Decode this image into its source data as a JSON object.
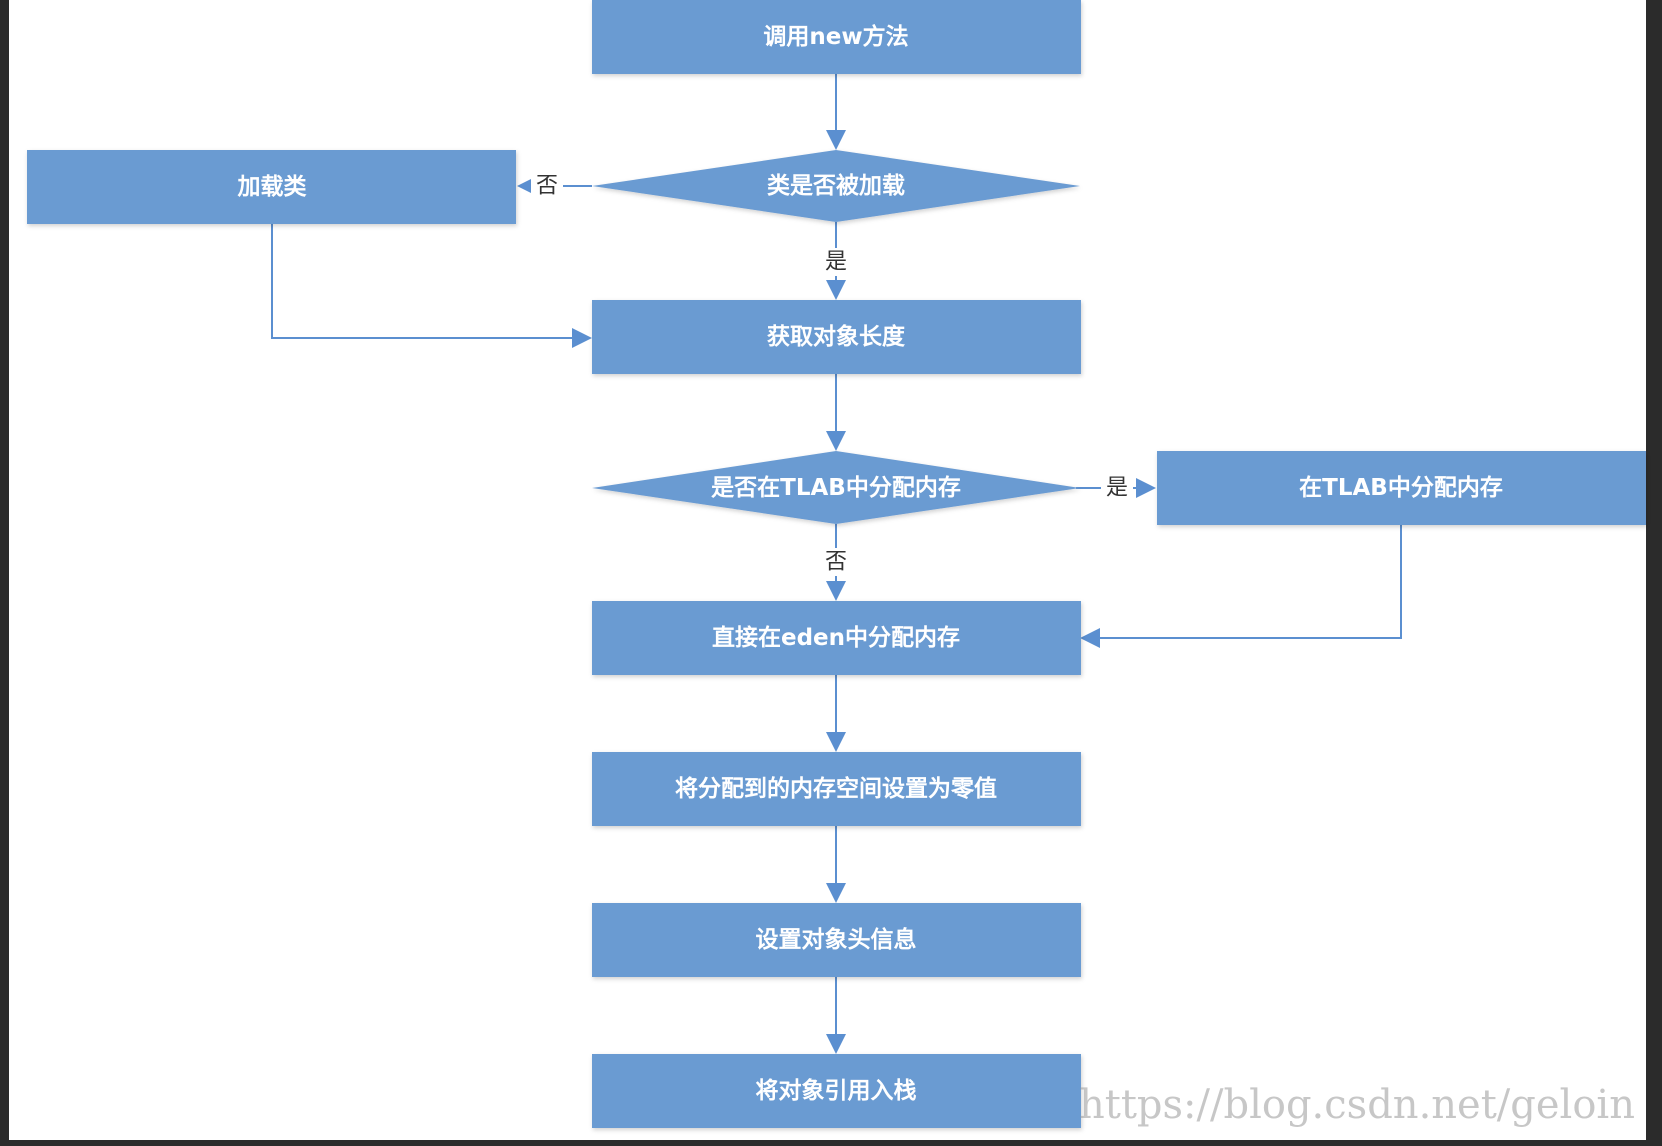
{
  "diagram": {
    "nodes": {
      "call_new": "调用new方法",
      "class_loaded_q": "类是否被加载",
      "load_class": "加载类",
      "get_length": "获取对象长度",
      "tlab_q": "是否在TLAB中分配内存",
      "alloc_tlab": "在TLAB中分配内存",
      "alloc_eden": "直接在eden中分配内存",
      "zero_memory": "将分配到的内存空间设置为零值",
      "set_header": "设置对象头信息",
      "push_ref": "将对象引用入栈"
    },
    "edge_labels": {
      "no_load": "否",
      "yes_loaded": "是",
      "yes_tlab": "是",
      "no_tlab": "否"
    },
    "colors": {
      "node_fill": "#6b9bd2",
      "edge": "#5b8fd0",
      "background": "#ffffff"
    }
  },
  "watermark": "https://blog.csdn.net/geloin"
}
